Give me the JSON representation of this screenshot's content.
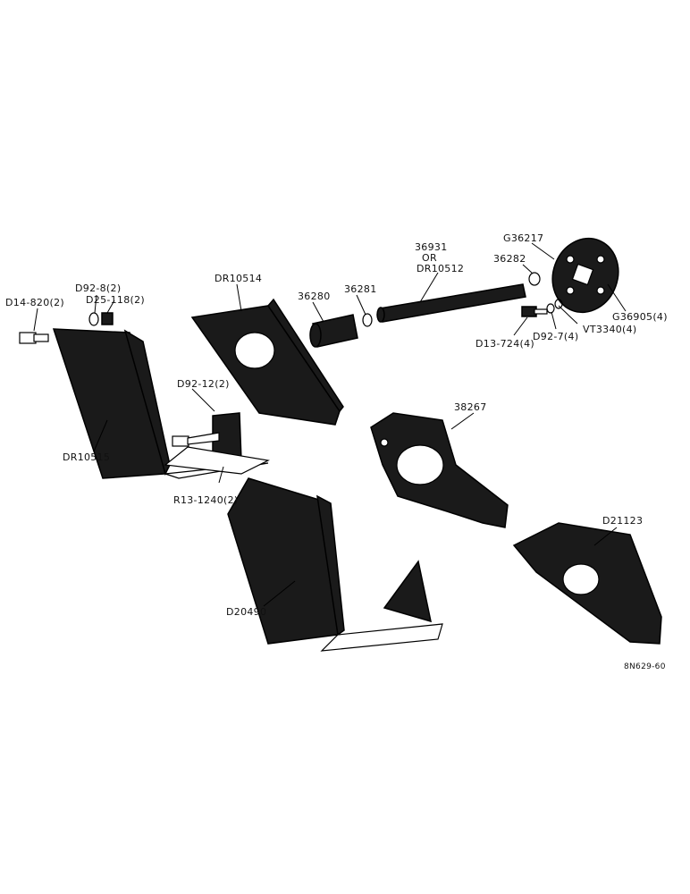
{
  "labels": {
    "d14_820": "D14-820(2)",
    "d92_8": "D92-8(2)",
    "d25_118": "D25-118(2)",
    "dr10514": "DR10514",
    "d36280": "36280",
    "d36281": "36281",
    "d36931": "36931",
    "or": "OR",
    "dr10512": "DR10512",
    "d36282": "36282",
    "g36217": "G36217",
    "g36905": "G36905(4)",
    "vt3340": "VT3340(4)",
    "d92_7": "D92-7(4)",
    "d13_724": "D13-724(4)",
    "d92_12": "D92-12(2)",
    "dr10515": "DR10515",
    "r13_1240": "R13-1240(2)",
    "d38267": "38267",
    "d21123": "D21123",
    "d20490": "D20490",
    "ref": "8N629-60"
  }
}
